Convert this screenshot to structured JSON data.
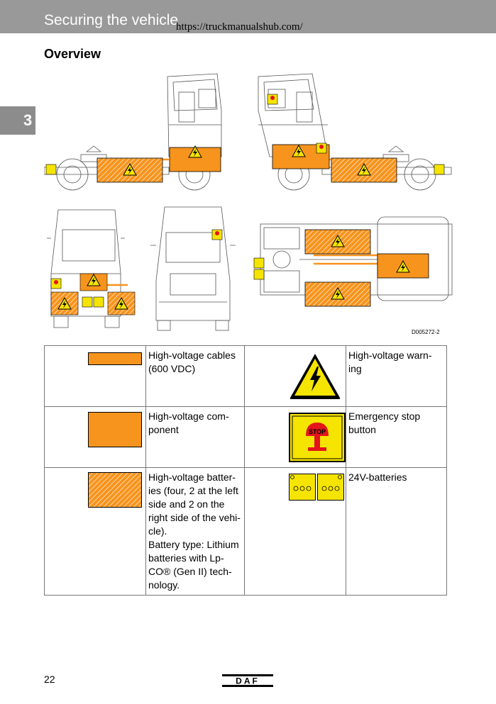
{
  "header": {
    "title": "Securing the vehicle",
    "url": "https://truckmanualshub.com/"
  },
  "chapter": {
    "number": "3"
  },
  "section": {
    "heading": "Overview"
  },
  "figure": {
    "reference": "D005272-2",
    "stop_label": "STOP"
  },
  "legend": [
    {
      "symbol": "hv-cable-icon",
      "text": "High-voltage cables (600 VDC)"
    },
    {
      "symbol": "hv-warning-icon",
      "text": "High-voltage warn-ing"
    },
    {
      "symbol": "hv-component-icon",
      "text": "High-voltage com-ponent"
    },
    {
      "symbol": "emergency-stop-icon",
      "text": "Emergency stop button",
      "label": "STOP"
    },
    {
      "symbol": "hv-battery-icon",
      "text": "High-voltage batter-ies (four, 2 at the left side and 2 on the right side of the vehi-cle).\nBattery type: Lithium batteries with Lp-CO® (Gen II) tech-nology."
    },
    {
      "symbol": "24v-battery-icon",
      "text": "24V-batteries"
    }
  ],
  "footer": {
    "page_number": "22",
    "brand": "DAF"
  },
  "colors": {
    "hv_orange": "#f7941d",
    "warning_yellow": "#f5e400",
    "stop_red": "#e3141c",
    "header_gray": "#999999"
  }
}
